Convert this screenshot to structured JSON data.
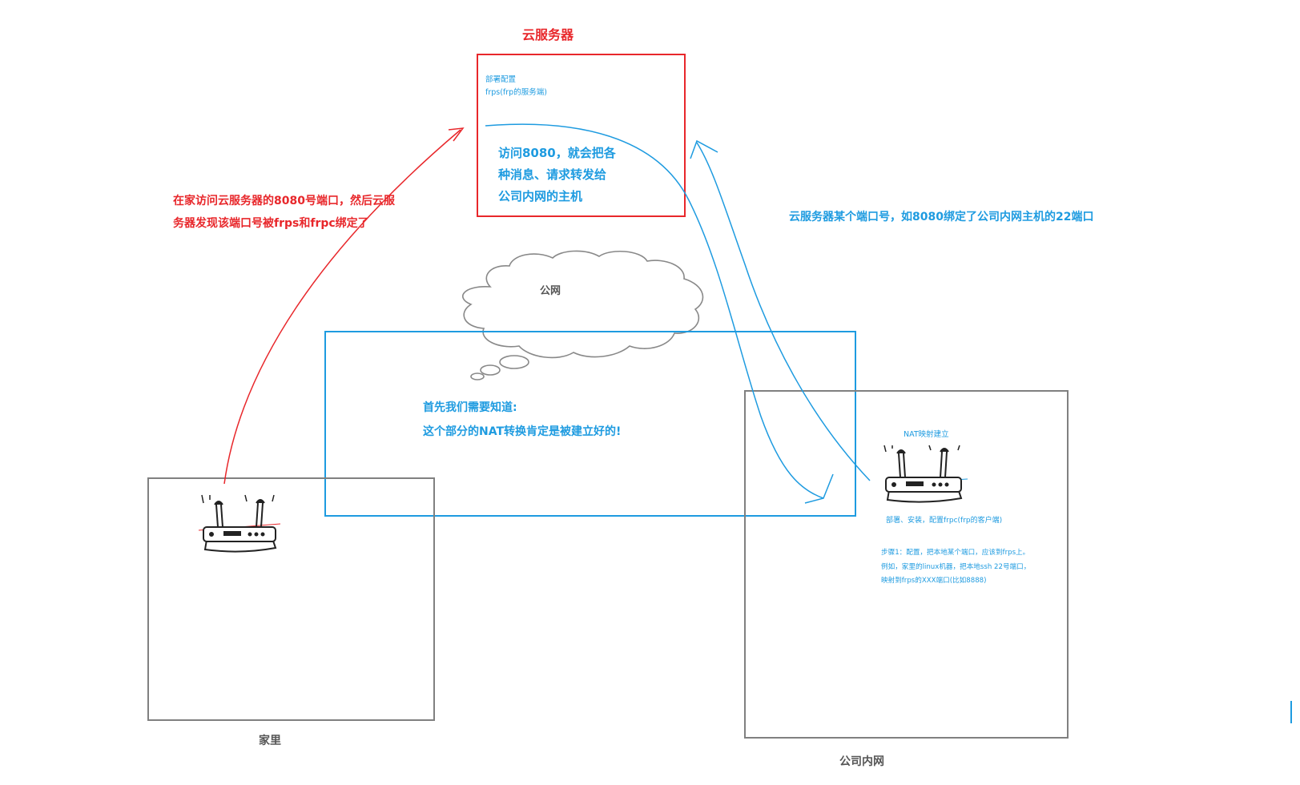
{
  "cloud_server": {
    "title": "云服务器",
    "deploy_line1": "部署配置",
    "deploy_line2": "frps(frp的服务端)",
    "access_line1": "访问8080，就会把各",
    "access_line2": "种消息、请求转发给",
    "access_line3": "公司内网的主机"
  },
  "home_note": {
    "line1": "在家访问云服务器的8080号端口，然后云服",
    "line2": "务器发现该端口号被frps和frpc绑定了"
  },
  "port_note": "云服务器某个端口号，如8080绑定了公司内网主机的22端口",
  "public_network": "公网",
  "nat_note": {
    "line1": "首先我们需要知道:",
    "line2": "这个部分的NAT转换肯定是被建立好的!"
  },
  "company": {
    "nat_label": "NAT映射建立",
    "deploy": "部署、安装，配置frpc(frp的客户端)",
    "step_line1": "步骤1：配置，把本地某个端口，应该到frps上。",
    "step_line2": "例如，家里的linux机器，把本地ssh 22号端口，",
    "step_line3": "映射到frps的XXX端口(比如8888)",
    "caption": "公司内网"
  },
  "home": {
    "caption": "家里"
  },
  "colors": {
    "red": "#e8272b",
    "blue": "#1e9be0",
    "gray": "#808080"
  }
}
